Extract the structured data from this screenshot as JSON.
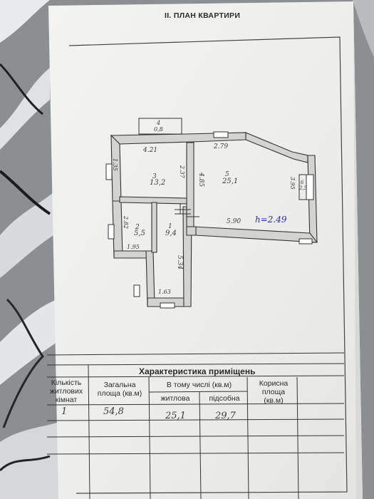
{
  "header": {
    "title": "II. ПЛАН КВАРТИРИ"
  },
  "plan": {
    "rooms": [
      {
        "num": "1",
        "area": "9,4"
      },
      {
        "num": "2",
        "area": "5,5"
      },
      {
        "num": "3",
        "area": "13,2"
      },
      {
        "num": "4",
        "area": "0,8"
      },
      {
        "num": "5",
        "area": "25,1"
      },
      {
        "num": "6",
        "area": "2,5"
      }
    ],
    "dims": {
      "d421": "4.21",
      "d279": "2.79",
      "d135": "1.35",
      "d237": "2.37",
      "d485": "4.85",
      "d395": "3.95",
      "d590": "5.90",
      "height": "h=2.49",
      "d282": "2.82",
      "d195": "1.95",
      "d534": "5.34",
      "d163": "1.63"
    }
  },
  "table": {
    "title": "Характеристика приміщень",
    "col_rooms": [
      "Кількість",
      "житлових",
      "кімнат"
    ],
    "col_total": [
      "Загальна",
      "площа (кв.м)"
    ],
    "col_incl": "В тому числі (кв.м)",
    "col_living": "житлова",
    "col_aux": "підсобна",
    "col_useful": [
      "Корисна",
      "площа",
      "(кв.м)"
    ],
    "row": {
      "rooms": "1",
      "total": "54,8",
      "living": "25,1",
      "aux": "29,7",
      "useful": ""
    }
  },
  "colors": {
    "ink": "#2a2a2a",
    "blue_ink": "#2a2ab8",
    "paper": "#f2f2f0"
  }
}
